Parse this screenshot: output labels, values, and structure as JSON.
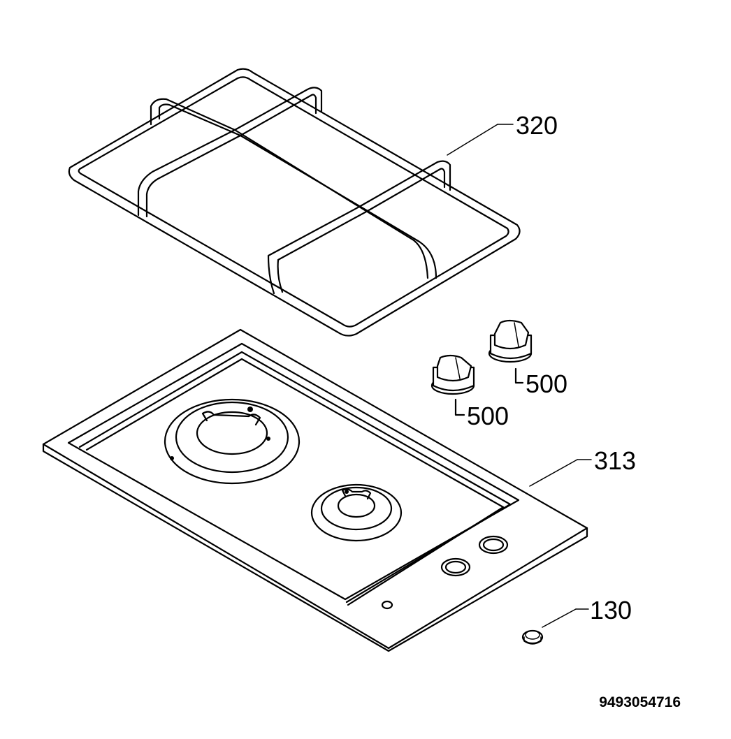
{
  "diagram": {
    "callouts": [
      {
        "id": "grid",
        "label": "320"
      },
      {
        "id": "knob-right",
        "label": "500"
      },
      {
        "id": "knob-left",
        "label": "500"
      },
      {
        "id": "hob",
        "label": "313"
      },
      {
        "id": "nozzle",
        "label": "130"
      }
    ],
    "document_code": "9493054716"
  }
}
